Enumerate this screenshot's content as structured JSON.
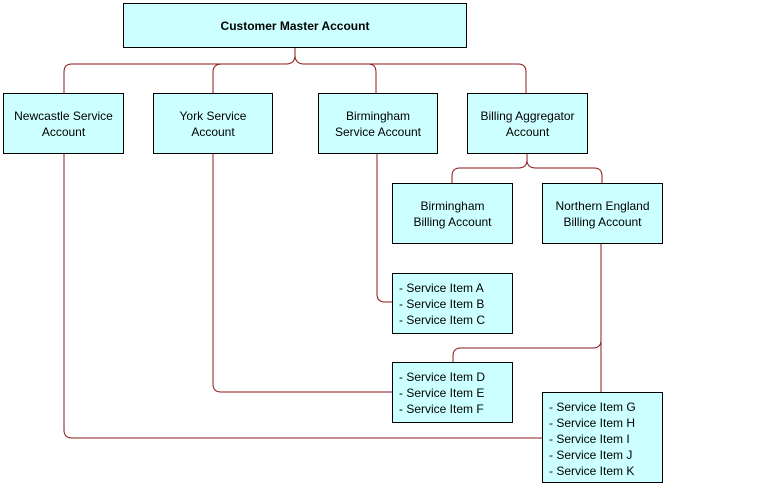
{
  "root": {
    "label": "Customer Master Account"
  },
  "accounts": {
    "newcastle": "Newcastle Service\nAccount",
    "york": "York Service\nAccount",
    "birmingham_service": "Birmingham\nService Account",
    "billing_aggregator": "Billing Aggregator\nAccount",
    "birmingham_billing": "Birmingham\nBilling Account",
    "northern_england_billing": "Northern England\nBilling Account"
  },
  "service_items": {
    "group_abc": [
      "- Service Item A",
      "- Service Item B",
      "- Service Item C"
    ],
    "group_def": [
      "- Service Item D",
      "- Service Item E",
      "- Service Item F"
    ],
    "group_ghijk": [
      "- Service Item G",
      "- Service Item H",
      "- Service Item I",
      "- Service Item J",
      "- Service Item K"
    ]
  },
  "colors": {
    "node_fill": "#ccffff",
    "node_border": "#000000",
    "connector": "#8b1a1a"
  }
}
